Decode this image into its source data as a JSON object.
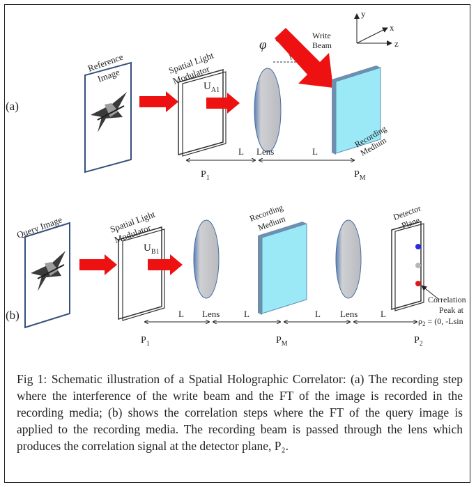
{
  "part_a": {
    "panel_label": "(a)",
    "reference_image": [
      "Reference",
      "Image"
    ],
    "slm": [
      "Spatial Light",
      "Modulator"
    ],
    "field": "U",
    "field_sub": "A1",
    "phi": "φ",
    "write_beam": [
      "Write",
      "Beam"
    ],
    "axes": {
      "y": "y",
      "x": "x",
      "z": "z"
    },
    "lens": "Lens",
    "recording_medium": [
      "Recording",
      "Medium"
    ],
    "dist_left": "L",
    "dist_right": "L",
    "plane_left": "P",
    "plane_left_sub": "1",
    "plane_right": "P",
    "plane_right_sub": "M"
  },
  "part_b": {
    "panel_label": "(b)",
    "query_image": "Query Image",
    "slm": [
      "Spatial Light",
      "Modulator"
    ],
    "field": "U",
    "field_sub": "B1",
    "recording_medium": [
      "Recording",
      "Medium"
    ],
    "detector_plane": [
      "Detector",
      "Plane"
    ],
    "lens1": "Lens",
    "lens2": "Lens",
    "dists": [
      "L",
      "L",
      "L",
      "L"
    ],
    "correlation": [
      "Correlation",
      "Peak at"
    ],
    "rho": "ρ",
    "rho_sub": "2",
    "rho_eq": " = (0, -Lsin",
    "plane_1": "P",
    "plane_1_sub": "1",
    "plane_m": "P",
    "plane_m_sub": "M",
    "plane_2": "P",
    "plane_2_sub": "2"
  },
  "caption": "Fig 1: Schematic illustration of a Spatial Holographic Correlator: (a) The recording step where the interference of the write beam and the FT of the image is recorded in the recording media; (b) shows the correlation steps where the FT of the query image is applied to the recording media. The recording beam is passed through the lens which produces the correlation signal at the detector plane, P₂.",
  "colors": {
    "beam": "#ee1111",
    "medium": "#9be8f7",
    "lens": "#c8c8cc",
    "lens_edge": "#4a6fa0",
    "frame_blue": "#34507d",
    "dot_top": "#2a2ae6",
    "dot_mid": "#b7b7b7",
    "dot_bottom": "#e11818"
  }
}
